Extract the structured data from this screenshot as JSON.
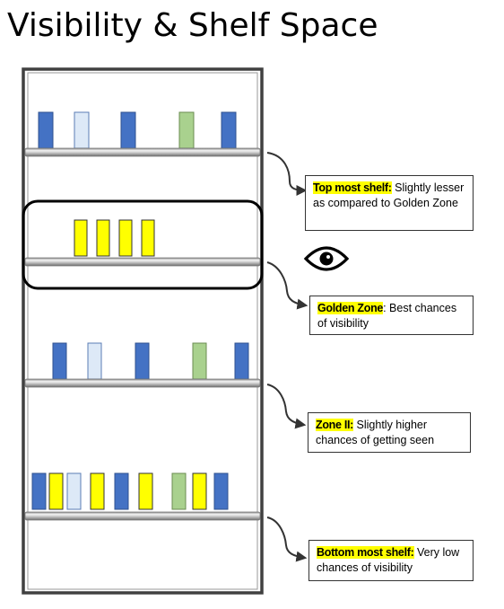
{
  "title": "Visibility & Shelf Space",
  "colors": {
    "blue": "#4472c4",
    "light": "#dde9f7",
    "green": "#a9d18e",
    "yellow": "#ffff00",
    "highlight": "#ffff00",
    "frame": "#404040"
  },
  "icons": [
    "eye-icon"
  ],
  "callouts": [
    {
      "id": "top",
      "heading": "Top most shelf:",
      "text": " Slightly lesser as compared to Golden Zone"
    },
    {
      "id": "golden",
      "heading": "Golden Zone",
      "text": ": Best chances of visibility"
    },
    {
      "id": "zone2",
      "heading": "Zone II:",
      "text": " Slightly higher chances of getting seen"
    },
    {
      "id": "bottom",
      "heading": "Bottom most shelf:",
      "text": " Very low chances of visibility"
    }
  ],
  "shelves": [
    {
      "id": "top",
      "products": [
        "blue",
        "light",
        "blue",
        "green",
        "blue"
      ]
    },
    {
      "id": "golden",
      "products": [
        "yellow",
        "yellow",
        "yellow",
        "yellow"
      ]
    },
    {
      "id": "zone2",
      "products": [
        "blue",
        "light",
        "blue",
        "green",
        "blue"
      ]
    },
    {
      "id": "bottom",
      "products": [
        "blue",
        "yellow",
        "light",
        "yellow",
        "blue",
        "yellow",
        "green",
        "yellow",
        "blue"
      ]
    }
  ]
}
